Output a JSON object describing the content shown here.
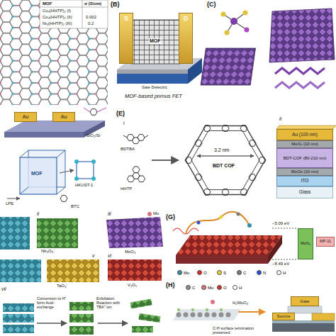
{
  "diagram": {
    "nodes": [
      {
        "text": [
          "S"
        ]
      },
      {
        "text": [
          "D"
        ]
      },
      {
        "text": [
          "Au"
        ]
      },
      {
        "text": [
          "Au"
        ]
      },
      {
        "text": [
          "Au (100 nm)"
        ]
      },
      {
        "text": [
          "MoOₓ (10 nm)"
        ]
      },
      {
        "text": [
          "BDT-COF (80-210 nm)"
        ]
      },
      {
        "text": [
          "MoOx (10 nm)"
        ]
      },
      {
        "text": [
          "ITO"
        ]
      },
      {
        "text": [
          "Glass"
        ]
      },
      {
        "text": [
          "MoO₃"
        ]
      },
      {
        "text": [
          "MP-11"
        ]
      },
      {
        "text": [
          "Gate"
        ]
      },
      {
        "text": [
          "Source"
        ]
      }
    ],
    "labels": [
      "MOF",
      "σ (S/cm)",
      "Cu₃(HHTP)₂ (I)",
      "Co₃(HHTP)₂ (II)",
      "0.002",
      "Ni₃(HHTP)₂ (III)",
      "0.2",
      "(B)",
      "MOF",
      "Gate Dielectric",
      "MOF-based porous FET",
      "(C)",
      "SiO₂/Si",
      "MOF",
      "HKUST-1",
      "LPE",
      "BTC",
      "(E)",
      "i",
      "BDTBA",
      "HHTP",
      "3.2 nm",
      "BDT COF",
      "ii",
      "ii",
      "iii",
      "MoO₃",
      "Mo",
      "v",
      "vi",
      "Nb₃O₈⁻",
      "TaO₃⁻",
      "V₂O₅",
      "vii",
      "Conversion to H⁺ form Acid-exchange",
      "Exfoliation Reaction with TBA⁺ ion",
      "(G)",
      "−5.09 eV",
      "−8.49 eV",
      "(H)",
      "H₂MoO₄",
      "C-H surface termination preserved"
    ],
    "legend": [
      {
        "text": "Mo",
        "color": "#3a8fa8"
      },
      {
        "text": "O",
        "color": "#e02a2a"
      },
      {
        "text": "S",
        "color": "#e8d23a"
      },
      {
        "text": "C",
        "color": "#7a7a7a"
      },
      {
        "text": "N",
        "color": "#2a4fd8"
      },
      {
        "text": "H",
        "color": "#f2f2f2"
      },
      {
        "text": "C",
        "color": "#909090"
      },
      {
        "text": "Mo",
        "color": "#e07080"
      },
      {
        "text": "O",
        "color": "#d03030"
      },
      {
        "text": "H",
        "color": "#ffffff"
      }
    ]
  }
}
